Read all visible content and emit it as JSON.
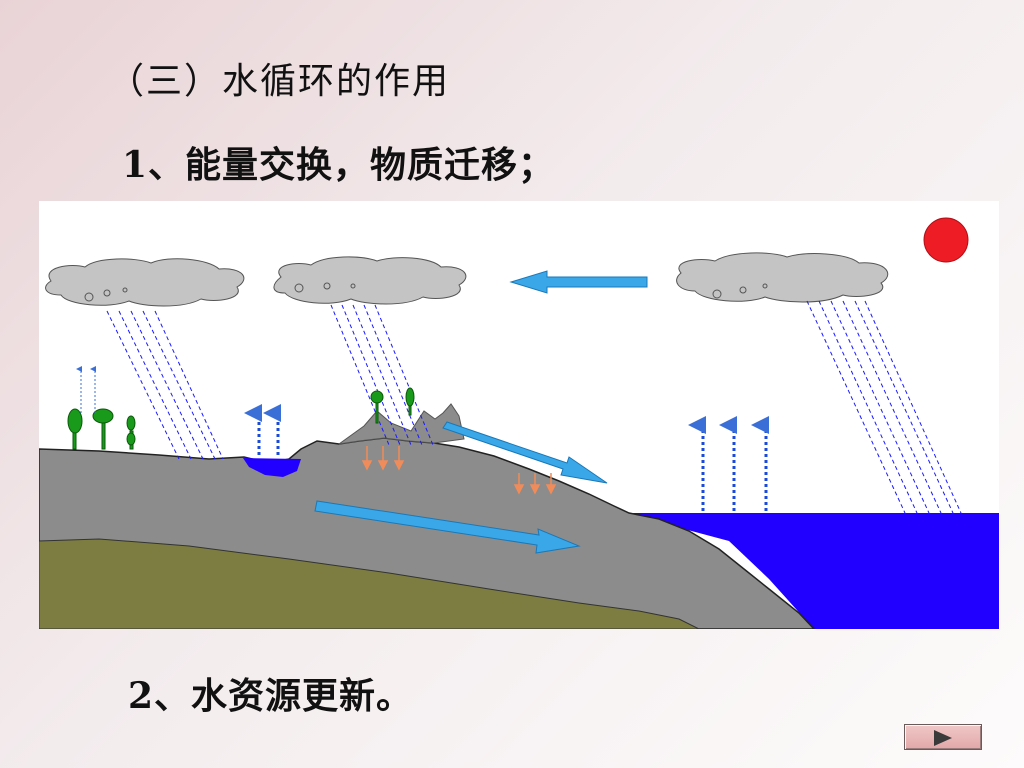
{
  "slide": {
    "title": "（三）水循环的作用",
    "point1": "1、能量交换，物质迁移；",
    "point2": "2、水资源更新。"
  },
  "diagram": {
    "colors": {
      "sky": "#ffffff",
      "cloud": "#c4c4c4",
      "sun": "#ee1c24",
      "land": "#8c8c8c",
      "soil": "#7d7d41",
      "ocean": "#2100ff",
      "arrow": "#3aa8e8",
      "rain": "#1a1aff",
      "seepage": "#f08c5a",
      "tree": "#1a9a1a"
    },
    "icons": [
      "sun-icon",
      "cloud-icon",
      "rain-icon",
      "tree-icon",
      "evaporation-arrow-icon",
      "flow-arrow-icon"
    ]
  },
  "controls": {
    "next_icon": "play-icon"
  }
}
